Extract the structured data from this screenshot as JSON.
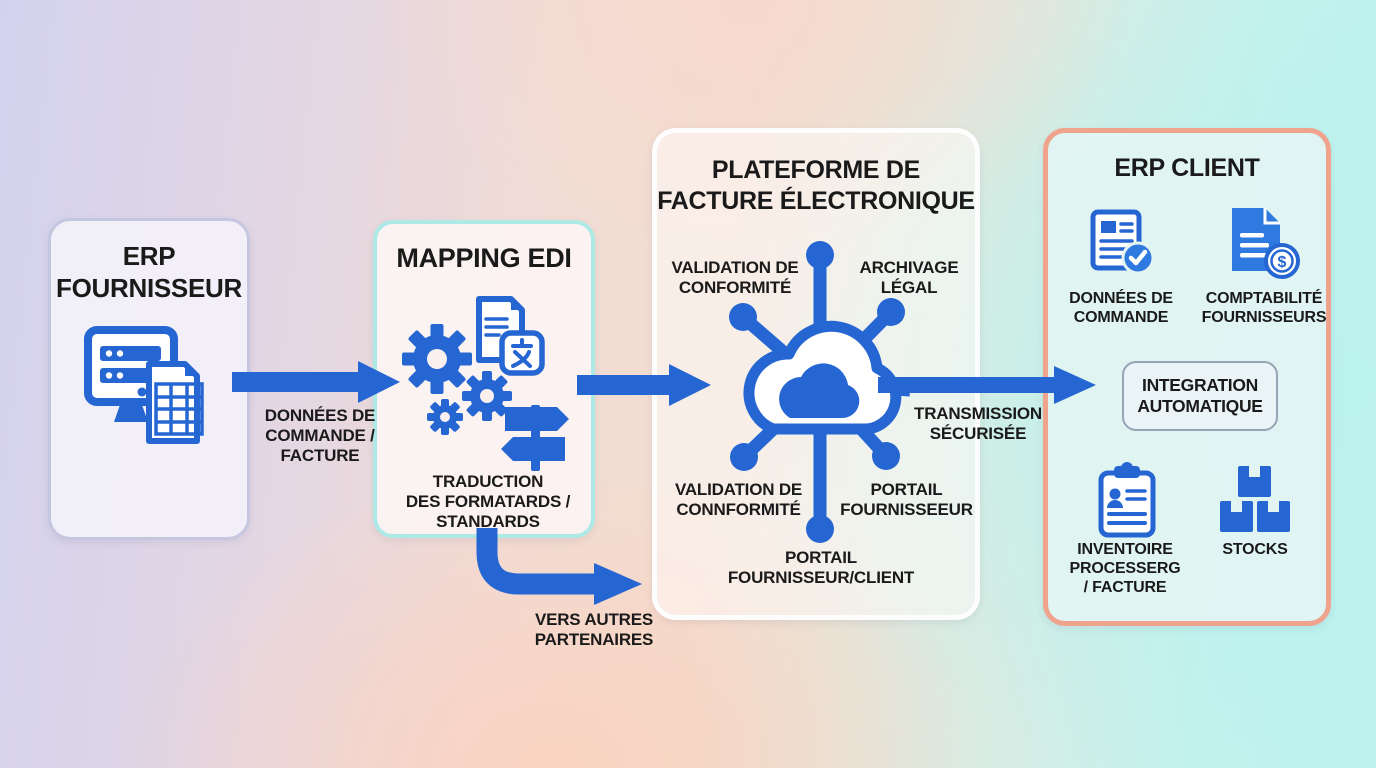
{
  "colors": {
    "accent_blue": "#2566d2",
    "text": "#1a1a1a",
    "fournisseur_border": "#c5c6df",
    "mapping_border": "#ade9e5",
    "plateforme_border": "#fdfdfd",
    "client_border": "#efa28c",
    "button_bg": "#eaf4f6",
    "bg_left": "#d3d2ee",
    "bg_center": "#f8dbc9",
    "bg_right": "#bdf2ee"
  },
  "boxes": {
    "erp_fournisseur": {
      "title": "ERP\nFOURNISSEUR",
      "icon": "computer-spreadsheet-icon"
    },
    "mapping_edi": {
      "title": "MAPPING EDI",
      "icons": [
        "gears-icon",
        "document-translate-icon",
        "signpost-icon"
      ],
      "caption": "TRADUCTION\nDES FORMATARDS /\nSTANDARDS"
    },
    "plateforme": {
      "title": "PLATEFORME DE\nFACTURE ÉLECTRONIQUE",
      "hub_icon": "cloud-network-icon",
      "labels": {
        "top_left": "VALIDATION DE\nCONFORMITÉ",
        "top_right": "ARCHIVAGE\nLÉGAL",
        "bottom_left": "VALIDATION DE\nCONNFORMITÉ",
        "bottom_right": "PORTAIL\nFOURNISSEEUR",
        "bottom_center": "PORTAIL\nFOURNISSEUR/CLIENT"
      }
    },
    "erp_client": {
      "title": "ERP CLIENT",
      "integration_button": "INTEGRATION\nAUTOMATIQUE",
      "items": [
        {
          "icon": "document-check-icon",
          "label": "DONNÉES DE\nCOMMANDE"
        },
        {
          "icon": "document-dollar-icon",
          "label": "COMPTABILITÉ\nFOURNISSEURS"
        },
        {
          "icon": "clipboard-person-icon",
          "label": "INVENTOIRE\nPROCESSERG\n/ FACTURE"
        },
        {
          "icon": "boxes-icon",
          "label": "STOCKS"
        }
      ]
    }
  },
  "arrows": {
    "fournisseur_to_mapping": {
      "label": "DONNÉES DE\nCOMMANDE /\nFACTURE"
    },
    "plateforme_to_client": {
      "label": "TRANSMISSION\nSÉCURISÉE"
    },
    "mapping_to_partners": {
      "label": "VERS AUTRES\nPARTENAIRES"
    }
  },
  "icons": {
    "dollar_glyph": "$"
  }
}
